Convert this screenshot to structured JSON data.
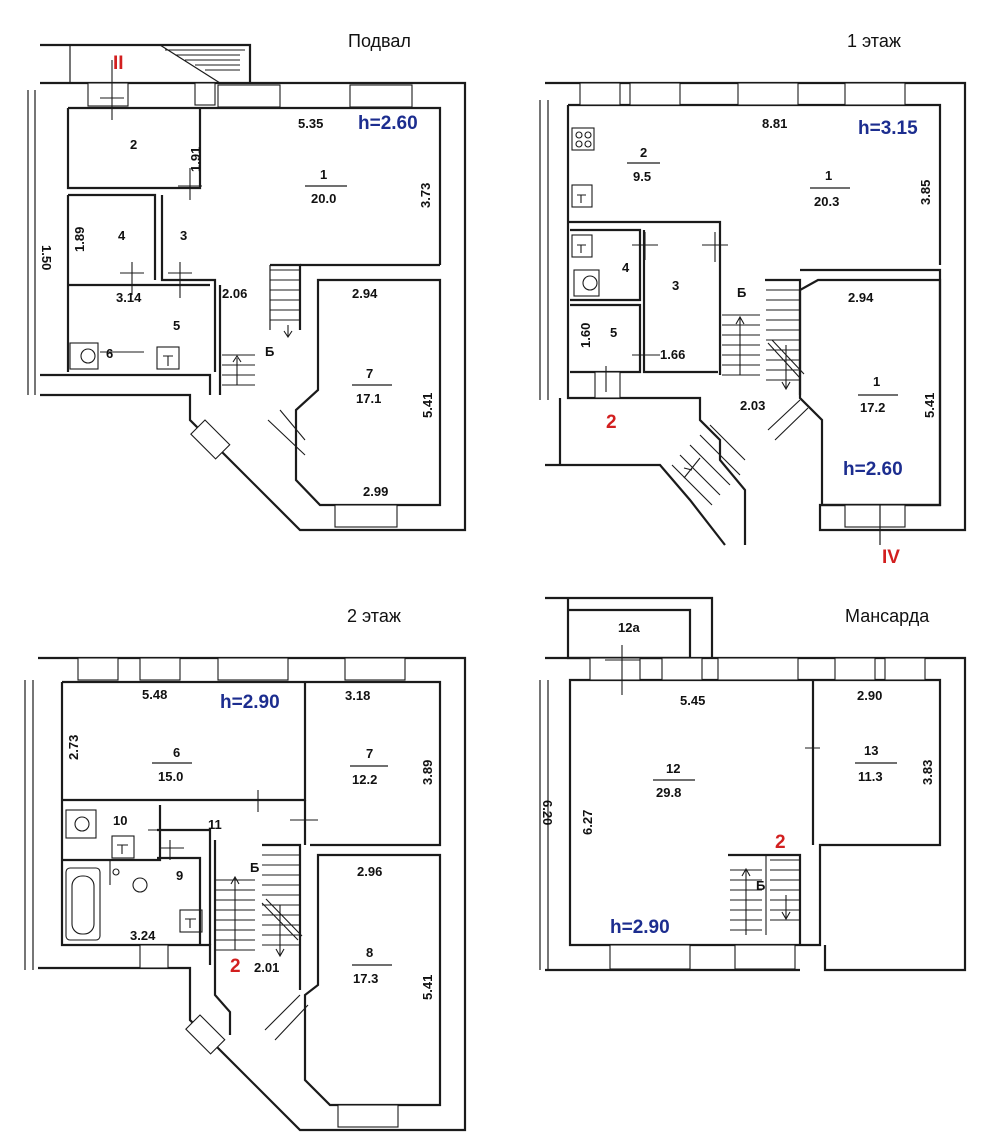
{
  "colors": {
    "walls": "#1b1b1b",
    "heights": "#1c2d8f",
    "markers": "#d21f1f",
    "background": "#ffffff"
  },
  "plans": [
    {
      "title": "Подвал",
      "height": "h=2.60",
      "markers": [
        "II"
      ],
      "stair": "Б",
      "rooms": [
        {
          "num": "1",
          "area": "20.0"
        },
        {
          "num": "2"
        },
        {
          "num": "3"
        },
        {
          "num": "4"
        },
        {
          "num": "5"
        },
        {
          "num": "6"
        },
        {
          "num": "7",
          "area": "17.1"
        }
      ],
      "dims": [
        "5.35",
        "3.73",
        "1.91",
        "1.89",
        "3.14",
        "2.06",
        "2.94",
        "5.41",
        "2.99",
        "1.50"
      ]
    },
    {
      "title": "1 этаж",
      "height": "h=3.15",
      "height2": "h=2.60",
      "markers": [
        "2",
        "IV"
      ],
      "stair": "Б",
      "rooms": [
        {
          "num": "1",
          "area": "20.3"
        },
        {
          "num": "2",
          "area": "9.5"
        },
        {
          "num": "3"
        },
        {
          "num": "4"
        },
        {
          "num": "5"
        },
        {
          "num": "1",
          "area": "17.2"
        }
      ],
      "dims": [
        "8.81",
        "3.85",
        "1.60",
        "1.66",
        "2.03",
        "2.94",
        "5.41"
      ]
    },
    {
      "title": "2 этаж",
      "height": "h=2.90",
      "markers": [
        "2"
      ],
      "stair": "Б",
      "rooms": [
        {
          "num": "6",
          "area": "15.0"
        },
        {
          "num": "7",
          "area": "12.2"
        },
        {
          "num": "8",
          "area": "17.3"
        },
        {
          "num": "9"
        },
        {
          "num": "10"
        },
        {
          "num": "11"
        }
      ],
      "dims": [
        "5.48",
        "2.73",
        "3.18",
        "3.89",
        "3.24",
        "2.01",
        "2.96",
        "5.41"
      ]
    },
    {
      "title": "Мансарда",
      "height": "h=2.90",
      "markers": [
        "2"
      ],
      "stair": "Б",
      "rooms": [
        {
          "num": "12",
          "area": "29.8"
        },
        {
          "num": "12а"
        },
        {
          "num": "13",
          "area": "11.3"
        }
      ],
      "dims": [
        "5.45",
        "6.27",
        "2.90",
        "3.83",
        "6.20"
      ]
    }
  ]
}
